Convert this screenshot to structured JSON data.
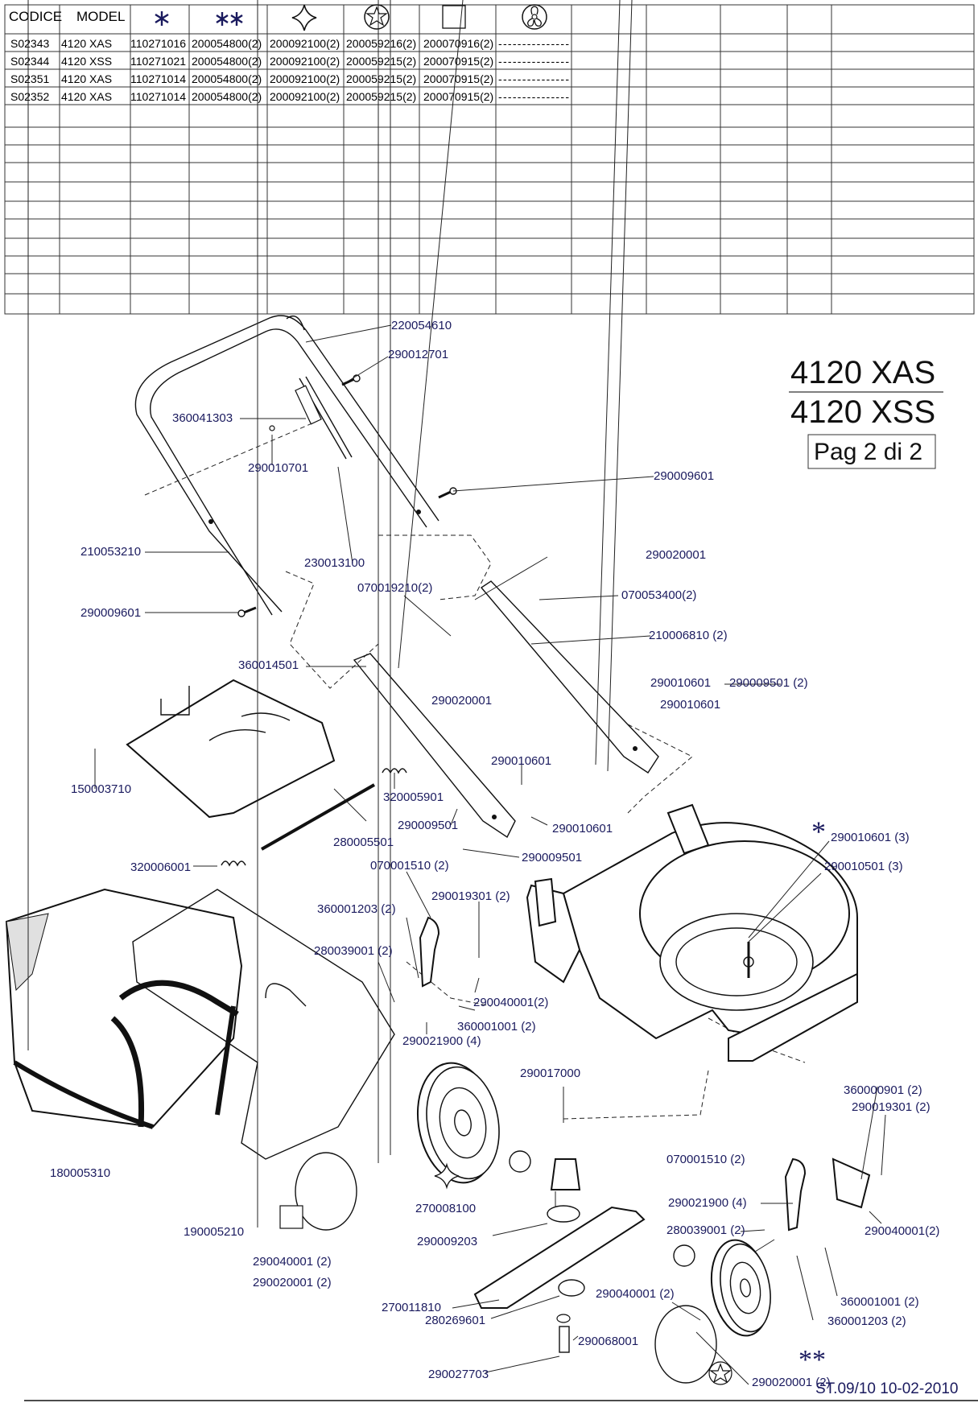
{
  "table": {
    "headers": [
      "CODICE",
      "MODEL"
    ],
    "rows": [
      [
        "S02343",
        "4120 XAS",
        "110271016",
        "200054800(2)",
        "200092100(2)",
        "200059216(2)",
        "200070916(2)",
        "---------------"
      ],
      [
        "S02344",
        "4120 XSS",
        "110271021",
        "200054800(2)",
        "200092100(2)",
        "200059215(2)",
        "200070915(2)",
        "---------------"
      ],
      [
        "S02351",
        "4120 XAS",
        "110271014",
        "200054800(2)",
        "200092100(2)",
        "200059215(2)",
        "200070915(2)",
        "---------------"
      ],
      [
        "S02352",
        "4120 XAS",
        "110271014",
        "200054800(2)",
        "200092100(2)",
        "200059215(2)",
        "200070915(2)",
        "---------------"
      ]
    ],
    "header_symbols": [
      "asterisk-icon",
      "double-asterisk-icon",
      "four-point-star-icon",
      "star-circle-icon",
      "square-icon",
      "trefoil-circle-icon"
    ]
  },
  "title": {
    "model_1": "4120 XAS",
    "model_2": "4120 XSS",
    "page": "Pag 2 di 2"
  },
  "marks": {
    "single": "*",
    "double": "**"
  },
  "footer": "ST.09/10  10-02-2010",
  "parts": [
    "220054610",
    "290012701",
    "360041303",
    "290010701",
    "290009601",
    "210053210",
    "230013100",
    "290020001",
    "070019210(2)",
    "070053400(2)",
    "290009601",
    "360014501",
    "210006810 (2)",
    "290020001",
    "290010601",
    "290009501 (2)",
    "290010601",
    "150003710",
    "290010601",
    "320005901",
    "290009501",
    "290010601",
    "280005501",
    "290009501",
    "320006001",
    "070001510 (2)",
    "290010601 (3)",
    "290010501 (3)",
    "290019301 (2)",
    "360001203 (2)",
    "280039001 (2)",
    "290040001(2)",
    "360001001 (2)",
    "290021900 (4)",
    "290017000",
    "360000901 (2)",
    "290019301 (2)",
    "180005310",
    "070001510 (2)",
    "290021900 (4)",
    "290040001(2)",
    "270008100",
    "280039001 (2)",
    "290009203",
    "190005210",
    "290040001 (2)",
    "290020001 (2)",
    "360001001 (2)",
    "270011810",
    "290040001 (2)",
    "360001203 (2)",
    "280269601",
    "290068001",
    "290020001 (2)",
    "290027703"
  ]
}
